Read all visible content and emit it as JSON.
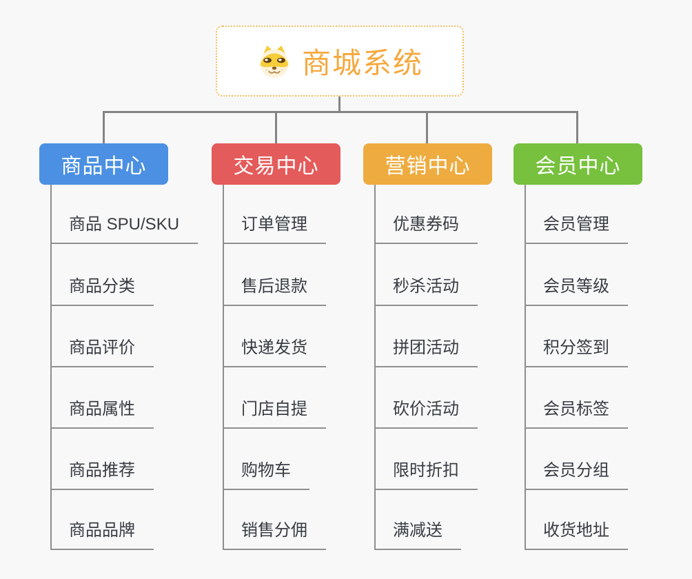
{
  "root": {
    "label": "商城系统",
    "icon": "doge-face-icon",
    "text_color": "#f5a93f",
    "border_color": "#f2bb5e"
  },
  "connector_color": "#848484",
  "underline_color": "#8f8f8f",
  "child_text_color": "#383c42",
  "page_background": "#f8f8f8",
  "branches": [
    {
      "label": "商品中心",
      "color": "#4b90e2",
      "items": [
        "商品 SPU/SKU",
        "商品分类",
        "商品评价",
        "商品属性",
        "商品推荐",
        "商品品牌"
      ]
    },
    {
      "label": "交易中心",
      "color": "#e45b5b",
      "items": [
        "订单管理",
        "售后退款",
        "快递发货",
        "门店自提",
        "购物车",
        "销售分佣"
      ]
    },
    {
      "label": "营销中心",
      "color": "#eeac40",
      "items": [
        "优惠券码",
        "秒杀活动",
        "拼团活动",
        "砍价活动",
        "限时折扣",
        "满减送"
      ]
    },
    {
      "label": "会员中心",
      "color": "#77c13e",
      "items": [
        "会员管理",
        "会员等级",
        "积分签到",
        "会员标签",
        "会员分组",
        "收货地址"
      ]
    }
  ]
}
